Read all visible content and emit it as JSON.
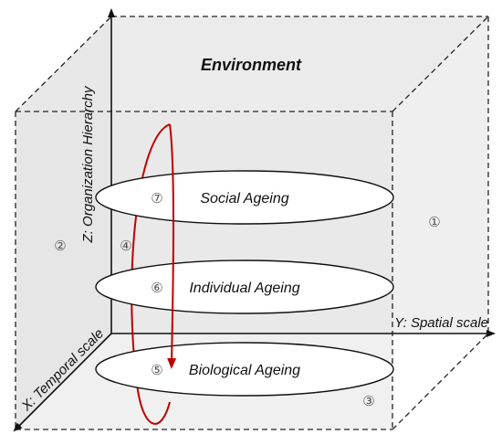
{
  "title": "Environment",
  "axes": {
    "z": "Z: Organization  Hierarchy",
    "y": "Y: Spatial scale",
    "x": "X: Temporal scale"
  },
  "planes": [
    {
      "marker": "⑦",
      "label": "Social Ageing"
    },
    {
      "marker": "⑥",
      "label": "Individual Ageing"
    },
    {
      "marker": "⑤",
      "label": "Biological Ageing"
    }
  ],
  "markers": {
    "right_face": "①",
    "left_face": "②",
    "bottom_face": "③",
    "cycle": "④"
  },
  "colors": {
    "cube_face": "#e2e2e2",
    "cube_edge": "#222222",
    "cycle_arrow": "#c00000",
    "plane_fill": "#ffffff",
    "plane_stroke": "#111111"
  }
}
